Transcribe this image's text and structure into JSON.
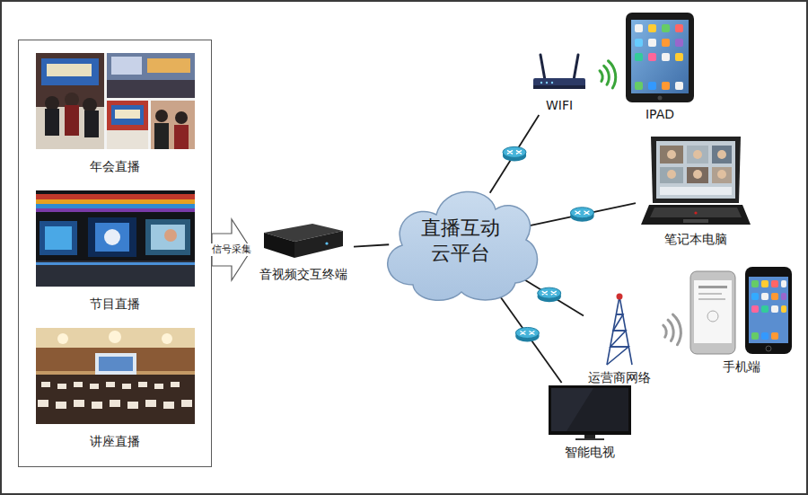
{
  "diagram": {
    "nodes": [
      {
        "text": [
          "年会直播",
          "节目直播",
          "讲座直播"
        ]
      },
      {
        "text": [
          "音视频交互终端"
        ]
      },
      {
        "text": [
          "直播互动 云平台"
        ]
      },
      {
        "text": [
          "WIFI"
        ]
      },
      {
        "text": [
          "IPAD"
        ]
      },
      {
        "text": [
          "笔记本电脑"
        ]
      },
      {
        "text": [
          "运营商网络"
        ]
      },
      {
        "text": [
          "手机端"
        ]
      },
      {
        "text": [
          "智能电视"
        ]
      }
    ],
    "edges": [
      {
        "from": 0,
        "to": 1,
        "label": "信号采集",
        "arrow": "to"
      },
      {
        "from": 1,
        "to": 2,
        "arrow": "none"
      },
      {
        "from": 2,
        "to": 3,
        "arrow": "none"
      },
      {
        "from": 2,
        "to": 5,
        "arrow": "none"
      },
      {
        "from": 2,
        "to": 6,
        "arrow": "none"
      },
      {
        "from": 2,
        "to": 8,
        "arrow": "none"
      },
      {
        "from": 3,
        "to": 4,
        "arrow": "none"
      },
      {
        "from": 6,
        "to": 7,
        "arrow": "none"
      }
    ]
  }
}
